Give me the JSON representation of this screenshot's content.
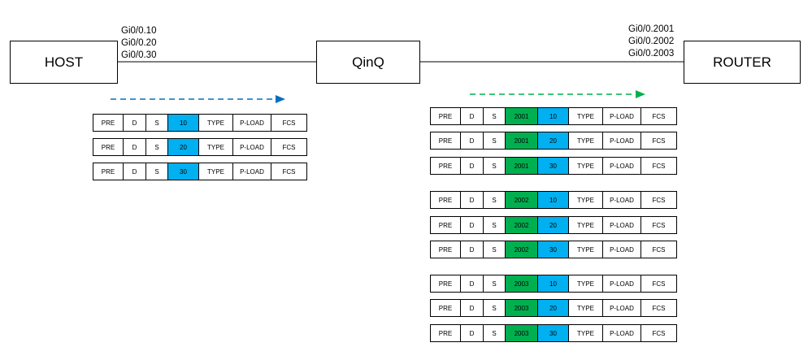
{
  "devices": {
    "host": "HOST",
    "qinq": "QinQ",
    "router": "ROUTER"
  },
  "host_interfaces": [
    "Gi0/0.10",
    "Gi0/0.20",
    "Gi0/0.30"
  ],
  "router_interfaces": [
    "Gi0/0.2001",
    "Gi0/0.2002",
    "Gi0/0.2003"
  ],
  "field_labels": {
    "pre": "PRE",
    "d": "D",
    "s": "S",
    "type": "TYPE",
    "pload": "P-LOAD",
    "fcs": "FCS"
  },
  "colors": {
    "cvlan": "#00B0F0",
    "svlan": "#00B050",
    "arrow_left": "#0070C0",
    "arrow_right": "#00B050"
  },
  "host_frames": [
    {
      "cvlan": "10"
    },
    {
      "cvlan": "20"
    },
    {
      "cvlan": "30"
    }
  ],
  "router_frame_groups": [
    [
      {
        "svlan": "2001",
        "cvlan": "10"
      },
      {
        "svlan": "2001",
        "cvlan": "20"
      },
      {
        "svlan": "2001",
        "cvlan": "30"
      }
    ],
    [
      {
        "svlan": "2002",
        "cvlan": "10"
      },
      {
        "svlan": "2002",
        "cvlan": "20"
      },
      {
        "svlan": "2002",
        "cvlan": "30"
      }
    ],
    [
      {
        "svlan": "2003",
        "cvlan": "10"
      },
      {
        "svlan": "2003",
        "cvlan": "20"
      },
      {
        "svlan": "2003",
        "cvlan": "30"
      }
    ]
  ]
}
